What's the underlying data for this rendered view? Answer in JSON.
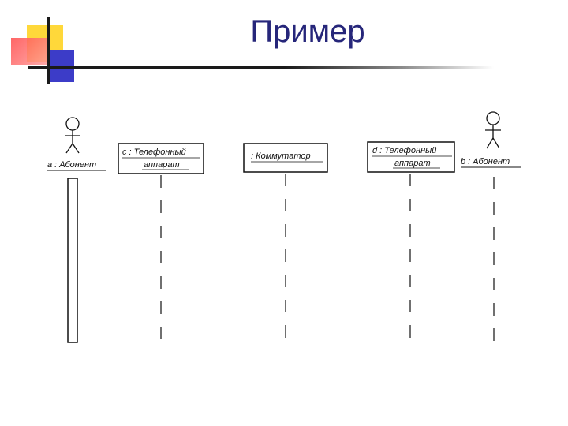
{
  "slide": {
    "title": "Пример"
  },
  "diagram": {
    "participants": [
      {
        "kind": "actor",
        "label": "a : Абонент"
      },
      {
        "kind": "object",
        "line1": "c : Телефонный",
        "line2": "аппарат"
      },
      {
        "kind": "object",
        "line1": ": Коммутатор"
      },
      {
        "kind": "object",
        "line1": "d : Телефонный",
        "line2": "аппарат"
      },
      {
        "kind": "actor",
        "label": "b : Абонент"
      }
    ]
  },
  "colors": {
    "title": "#26267a",
    "accent_yellow": "#ffd83a",
    "accent_red": "#ff4b4b",
    "accent_blue": "#3c3cc8"
  }
}
